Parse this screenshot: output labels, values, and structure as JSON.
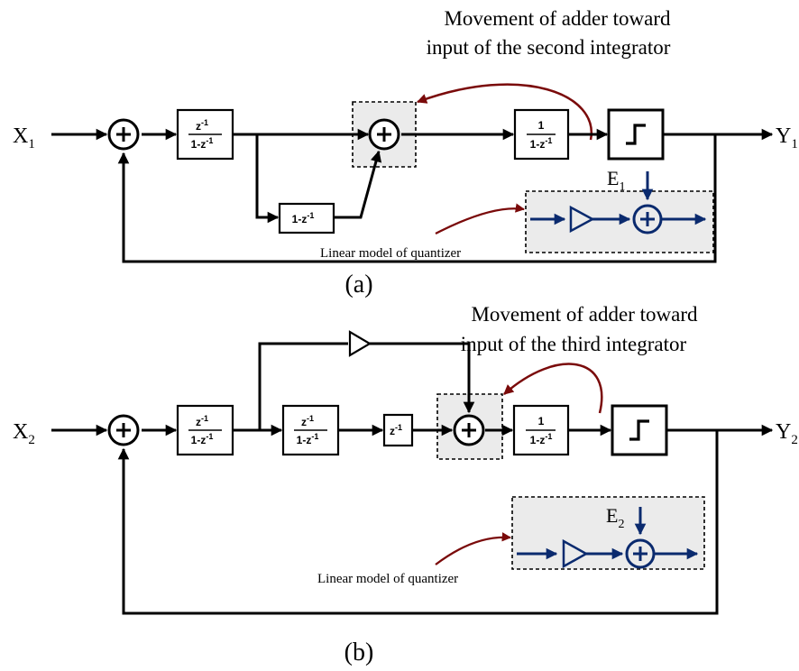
{
  "figure_a": {
    "annotation_line1": "Movement of adder toward",
    "annotation_line2": "input of the second integrator",
    "input_label": "X",
    "input_sub": "1",
    "output_label": "Y",
    "output_sub": "1",
    "error_label": "E",
    "error_sub": "1",
    "quantizer_model_label": "Linear model of quantizer",
    "caption": "(a)"
  },
  "figure_b": {
    "annotation_line1": "Movement of adder toward",
    "annotation_line2": "input of the third integrator",
    "input_label": "X",
    "input_sub": "2",
    "output_label": "Y",
    "output_sub": "2",
    "error_label": "E",
    "error_sub": "2",
    "quantizer_model_label": "Linear model of quantizer",
    "caption": "(b)"
  },
  "blocks": {
    "z_inv": "z",
    "exp": "-1",
    "one": "1",
    "one_minus_z": "1-z",
    "one_minus_z_full": "1-z"
  },
  "colors": {
    "annotation_arrow": "#7a0a0a",
    "linear_model": "#0a2a6e",
    "highlight_fill": "#ebebeb"
  }
}
